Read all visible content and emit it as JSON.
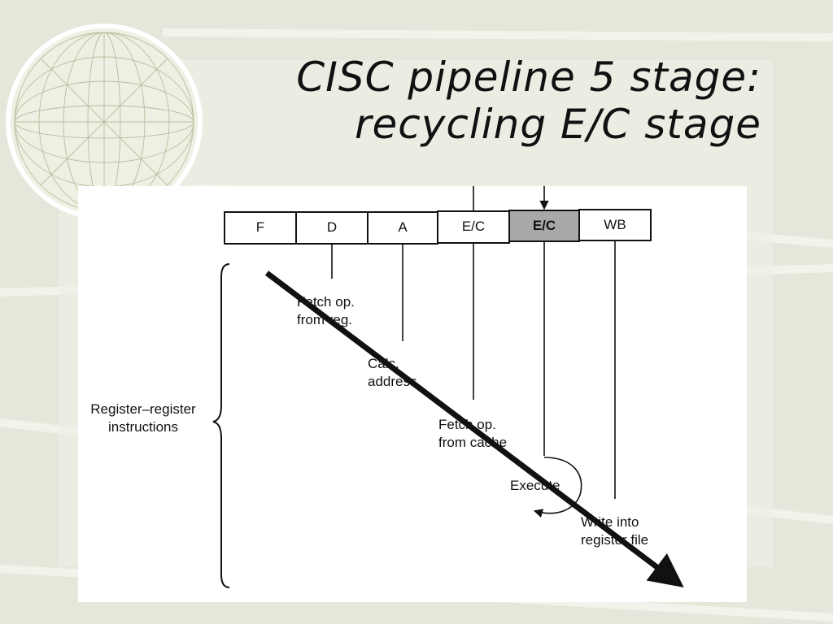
{
  "slide": {
    "title_line1": "CISC pipeline 5 stage:",
    "title_line2": "recycling E/C stage"
  },
  "diagram": {
    "stages": [
      {
        "label": "F",
        "highlighted": false
      },
      {
        "label": "D",
        "highlighted": false
      },
      {
        "label": "A",
        "highlighted": false
      },
      {
        "label": "E/C",
        "highlighted": false
      },
      {
        "label": "E/C",
        "highlighted": true
      },
      {
        "label": "WB",
        "highlighted": false
      }
    ],
    "group_label": "Register–register instructions",
    "steps": [
      {
        "line1": "Fetch op.",
        "line2": "from reg."
      },
      {
        "line1": "Calc.",
        "line2": "address"
      },
      {
        "line1": "Fetch op.",
        "line2": "from cache"
      },
      {
        "line1": "Execute",
        "line2": ""
      },
      {
        "line1": "Write into",
        "line2": "register file"
      }
    ],
    "colors": {
      "highlight": "#a8a8a8",
      "ink": "#111111",
      "background": "#e4e7da"
    }
  }
}
